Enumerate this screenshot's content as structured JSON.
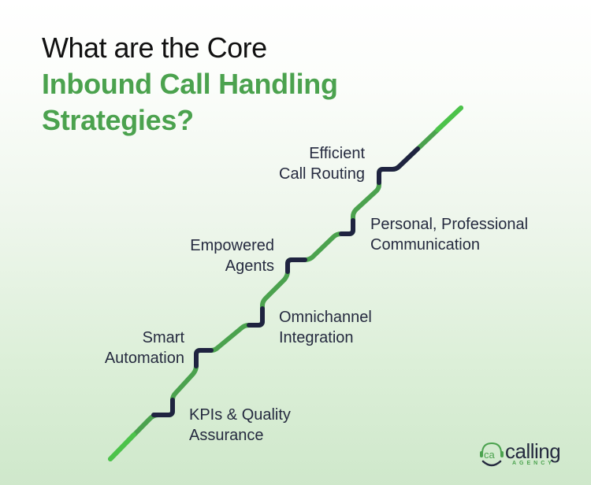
{
  "title": {
    "line1": "What are the Core",
    "line2": "Inbound Call Handling",
    "line3": "Strategies?"
  },
  "steps": [
    {
      "label_line1": "KPIs & Quality",
      "label_line2": "Assurance"
    },
    {
      "label_line1": "Smart",
      "label_line2": "Automation"
    },
    {
      "label_line1": "Omnichannel",
      "label_line2": "Integration"
    },
    {
      "label_line1": "Empowered",
      "label_line2": "Agents"
    },
    {
      "label_line1": "Personal, Professional",
      "label_line2": "Communication"
    },
    {
      "label_line1": "Efficient",
      "label_line2": "Call Routing"
    }
  ],
  "logo": {
    "mark": "ca",
    "word": "calling",
    "sub": "AGENCY"
  },
  "colors": {
    "green": "#4ba24e",
    "navy": "#252a3f",
    "line_green": "#4cc34a",
    "line_dark": "#1f2340"
  }
}
